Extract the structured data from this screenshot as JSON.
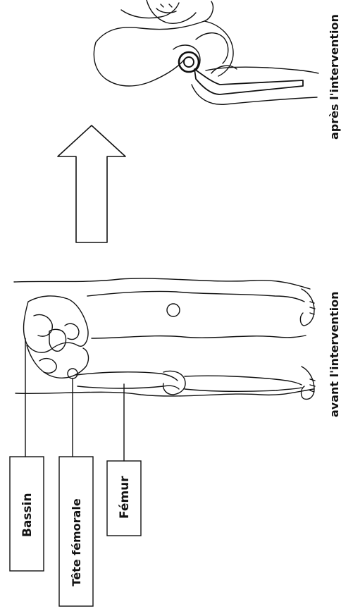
{
  "labels": {
    "bassin": "Bassin",
    "tete_femorale": "Tête fémorale",
    "femur": "Fémur"
  },
  "captions": {
    "avant": "avant l'intervention",
    "apres": "après l'intervention"
  },
  "colors": {
    "ink": "#111111",
    "background": "#ffffff"
  },
  "icons": {
    "arrow": "up-arrow-icon"
  }
}
